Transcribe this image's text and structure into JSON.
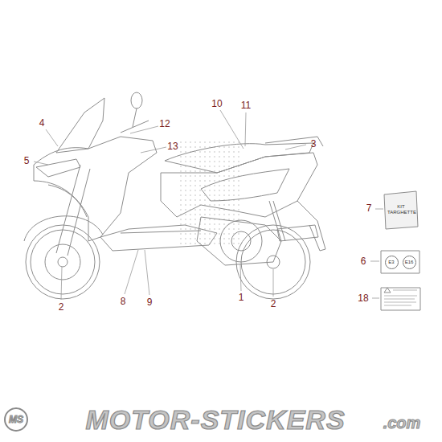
{
  "diagram": {
    "nodes": [
      {
        "text": [
          "KIT TARGHETTE"
        ]
      },
      {
        "text": [
          "E3"
        ]
      },
      {
        "text": [
          "E16"
        ]
      }
    ],
    "labels": [
      "4",
      "12",
      "5",
      "13",
      "10",
      "11",
      "3",
      "7",
      "6",
      "18",
      "2",
      "8",
      "9",
      "1",
      "2",
      "MS",
      "MOTOR-STICKERS",
      ".com"
    ]
  }
}
